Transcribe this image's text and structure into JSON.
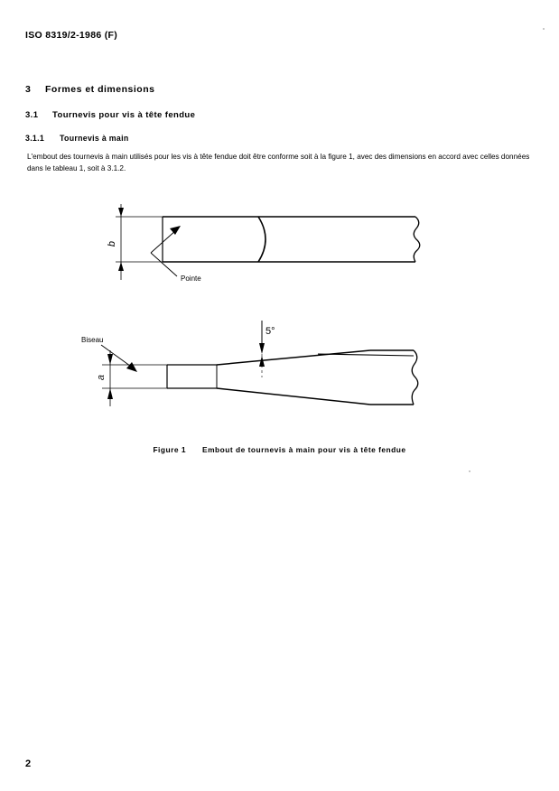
{
  "document": {
    "header": "ISO 8319/2-1986 (F)",
    "page_number": "2"
  },
  "sections": {
    "clause3": {
      "number": "3",
      "title": "Formes et dimensions"
    },
    "clause31": {
      "number": "3.1",
      "title": "Tournevis pour vis à tête fendue"
    },
    "clause311": {
      "number": "3.1.1",
      "title": "Tournevis à main"
    }
  },
  "body": {
    "paragraph": "L'embout des tournevis à main utilisés pour les vis à tête fendue doit être conforme soit à la figure 1, avec des dimensions en accord avec celles données dans le tableau 1, soit à 3.1.2."
  },
  "figure": {
    "caption_number": "Figure 1",
    "caption_text": "Embout de tournevis à main pour vis à tête fendue",
    "views": [
      {
        "name": "top-view",
        "dimension_label": "b",
        "callout": "Pointe"
      },
      {
        "name": "side-view",
        "dimension_label": "a",
        "callout": "Biseau",
        "angle_label": "5°"
      }
    ]
  },
  "colors": {
    "ink": "#000000",
    "paper": "#ffffff"
  }
}
